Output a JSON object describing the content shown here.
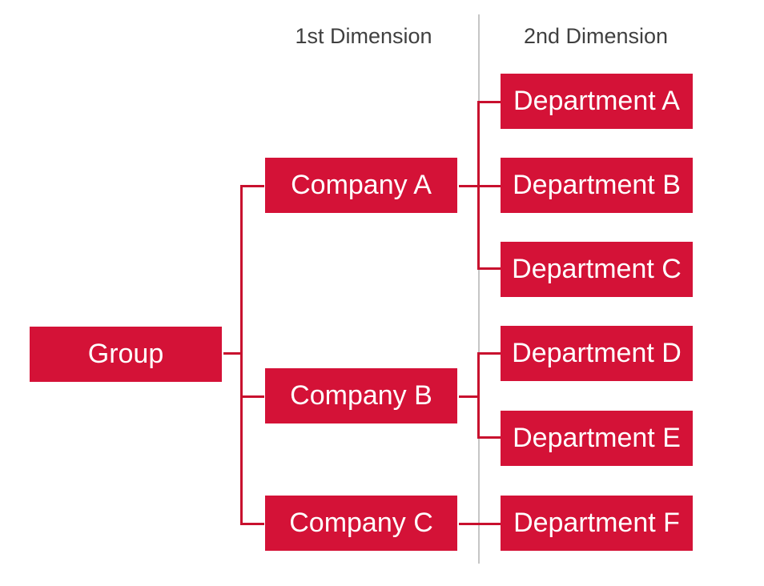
{
  "colors": {
    "box_fill": "#d41237",
    "connector": "#c8102e",
    "divider": "#c6c6c6",
    "header_text": "#404040",
    "box_text": "#ffffff"
  },
  "headers": {
    "first_dimension": "1st Dimension",
    "second_dimension": "2nd Dimension"
  },
  "root": {
    "label": "Group"
  },
  "companies": [
    {
      "label": "Company A",
      "departments": [
        "Department A",
        "Department B",
        "Department C"
      ]
    },
    {
      "label": "Company B",
      "departments": [
        "Department D",
        "Department E"
      ]
    },
    {
      "label": "Company C",
      "departments": [
        "Department F"
      ]
    }
  ]
}
